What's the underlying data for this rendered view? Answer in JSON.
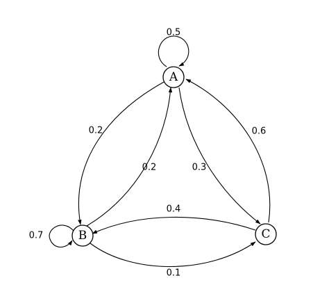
{
  "nodes": {
    "a": "A",
    "b": "B",
    "c": "C"
  },
  "edges": {
    "a_a": "0.5",
    "a_b": "0.2",
    "b_a": "0.2",
    "a_c": "0.3",
    "c_a": "0.6",
    "b_b": "0.7",
    "c_b": "0.4",
    "b_c": "0.1"
  },
  "colors": {
    "stroke": "#000000",
    "background": "#ffffff"
  }
}
